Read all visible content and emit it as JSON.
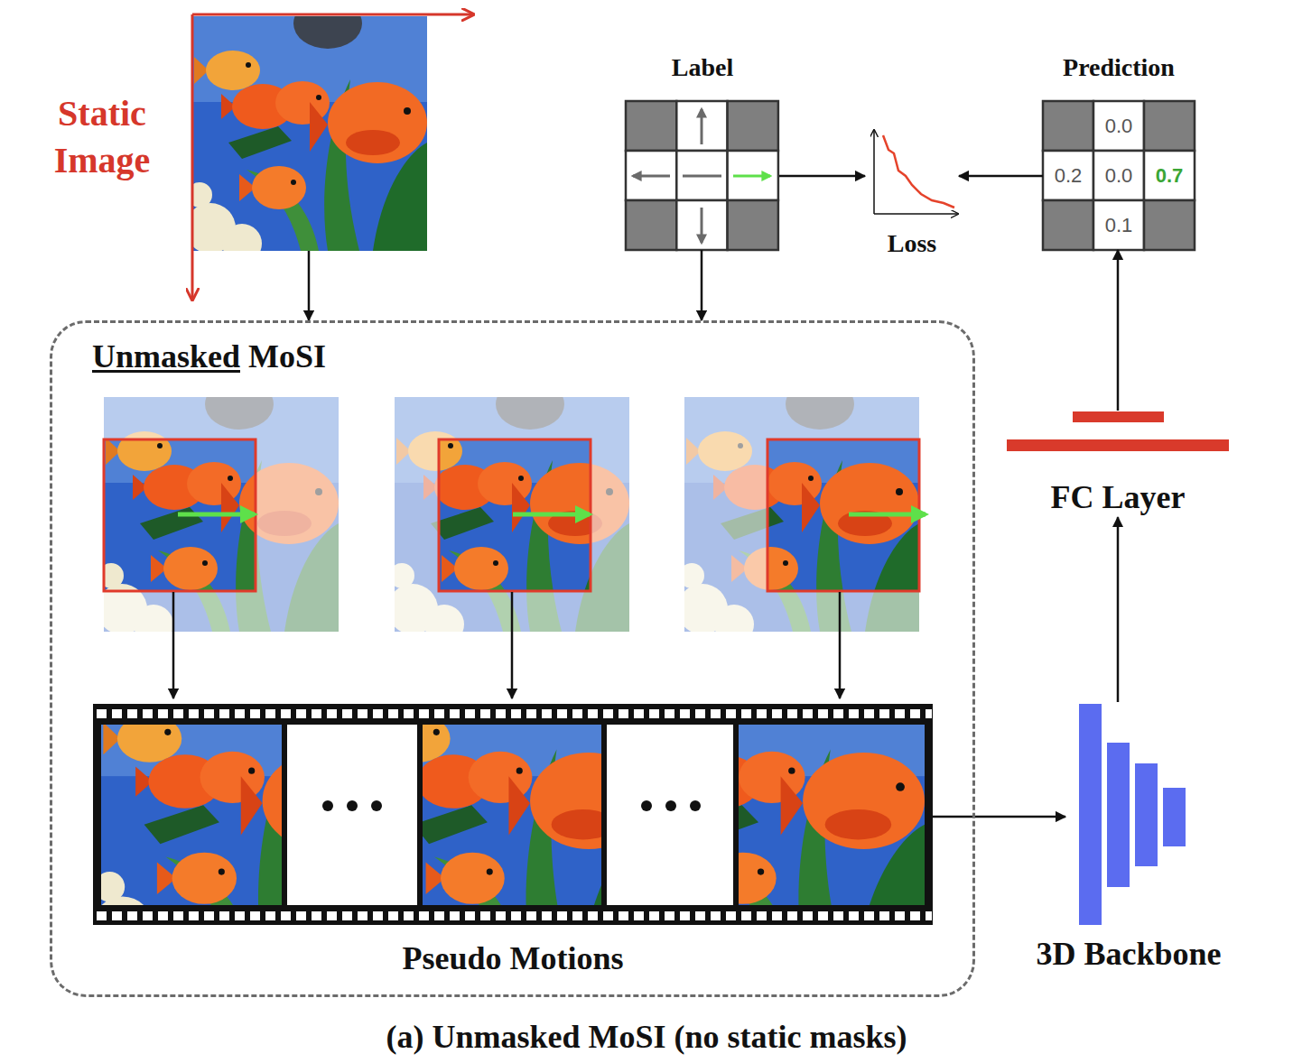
{
  "diagram": {
    "caption": "(a) Unmasked MoSI (no static masks)",
    "nodes": [
      {
        "text": [
          "Static Image"
        ]
      },
      {
        "text": [
          "Label"
        ]
      },
      {
        "text": [
          "Loss"
        ]
      },
      {
        "text": [
          "Prediction",
          "0.0",
          "0.2",
          "0.0",
          "0.7",
          "0.1"
        ]
      },
      {
        "text": [
          "Unmasked MoSI"
        ]
      },
      {
        "text": [
          "Pseudo Motions"
        ],
        "in": 4
      },
      {
        "text": [
          "FC Layer"
        ]
      },
      {
        "text": [
          "3D Backbone"
        ]
      }
    ],
    "edges": [
      {
        "from": 0,
        "to": 4,
        "arrow": "to"
      },
      {
        "from": 1,
        "to": 4,
        "arrow": "to"
      },
      {
        "from": 1,
        "to": 2,
        "arrow": "to"
      },
      {
        "from": 3,
        "to": 2,
        "arrow": "to"
      },
      {
        "from": 5,
        "to": 7,
        "arrow": "to"
      },
      {
        "from": 7,
        "to": 6,
        "arrow": "to"
      },
      {
        "from": 6,
        "to": 3,
        "arrow": "to"
      }
    ]
  }
}
